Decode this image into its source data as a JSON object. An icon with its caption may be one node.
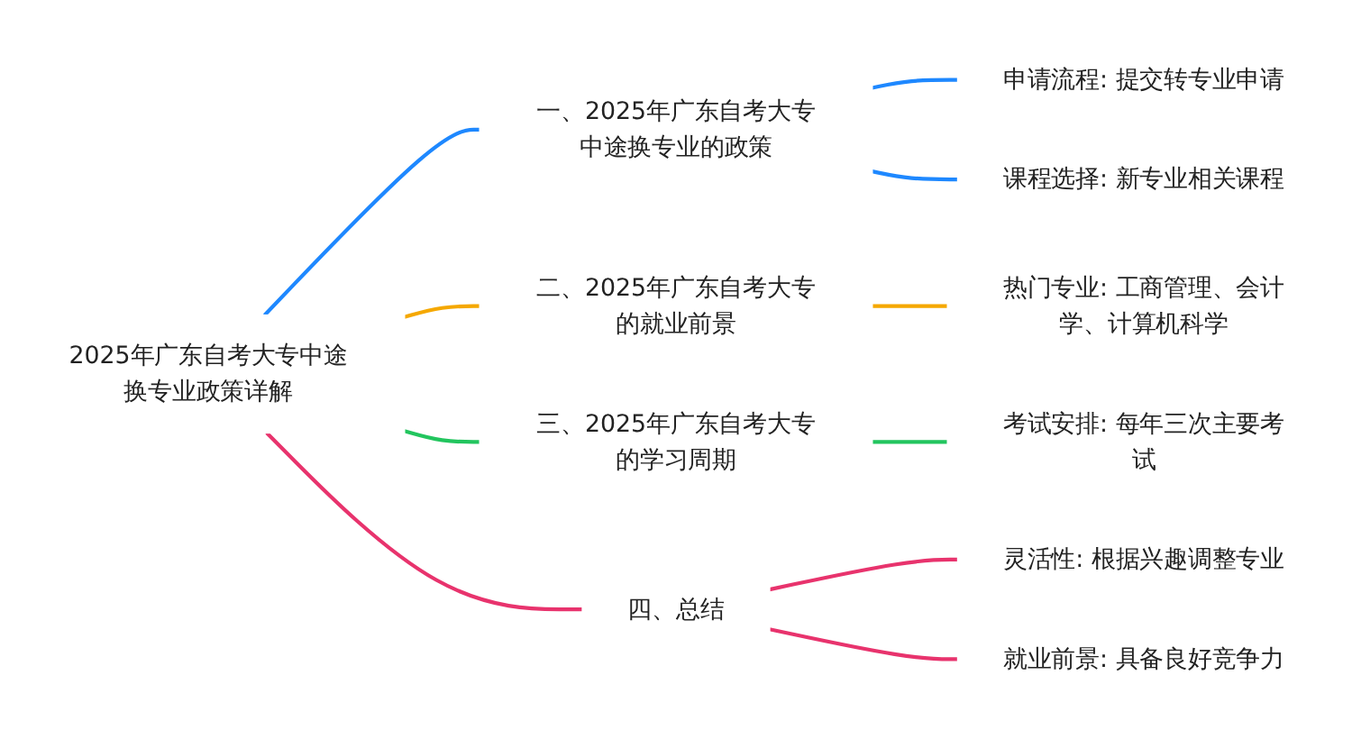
{
  "diagram": {
    "nodes": [
      {
        "text": [
          "2025年广东自考大专中途换专业政策详解"
        ]
      },
      {
        "text": [
          "一、2025年广东自考大专中途换专业的政策"
        ]
      },
      {
        "text": [
          "申请流程: 提交转专业申请"
        ]
      },
      {
        "text": [
          "课程选择: 新专业相关课程"
        ]
      },
      {
        "text": [
          "二、2025年广东自考大专的就业前景"
        ]
      },
      {
        "text": [
          "热门专业: 工商管理、会计学、计算机科学"
        ]
      },
      {
        "text": [
          "三、2025年广东自考大专的学习周期"
        ]
      },
      {
        "text": [
          "考试安排: 每年三次主要考试"
        ]
      },
      {
        "text": [
          "四、总结"
        ]
      },
      {
        "text": [
          "灵活性: 根据兴趣调整专业"
        ]
      },
      {
        "text": [
          "就业前景: 具备良好竞争力"
        ]
      }
    ],
    "edges": [
      {
        "from": 0,
        "to": 1,
        "arrow": "none",
        "color": "#1e88ff"
      },
      {
        "from": 1,
        "to": 2,
        "arrow": "none",
        "color": "#1e88ff"
      },
      {
        "from": 1,
        "to": 3,
        "arrow": "none",
        "color": "#1e88ff"
      },
      {
        "from": 0,
        "to": 4,
        "arrow": "none",
        "color": "#f5a800"
      },
      {
        "from": 4,
        "to": 5,
        "arrow": "none",
        "color": "#f5a800"
      },
      {
        "from": 0,
        "to": 6,
        "arrow": "none",
        "color": "#22c55e"
      },
      {
        "from": 6,
        "to": 7,
        "arrow": "none",
        "color": "#22c55e"
      },
      {
        "from": 0,
        "to": 8,
        "arrow": "none",
        "color": "#e8336d"
      },
      {
        "from": 8,
        "to": 9,
        "arrow": "none",
        "color": "#e8336d"
      },
      {
        "from": 8,
        "to": 10,
        "arrow": "none",
        "color": "#e8336d"
      }
    ]
  }
}
